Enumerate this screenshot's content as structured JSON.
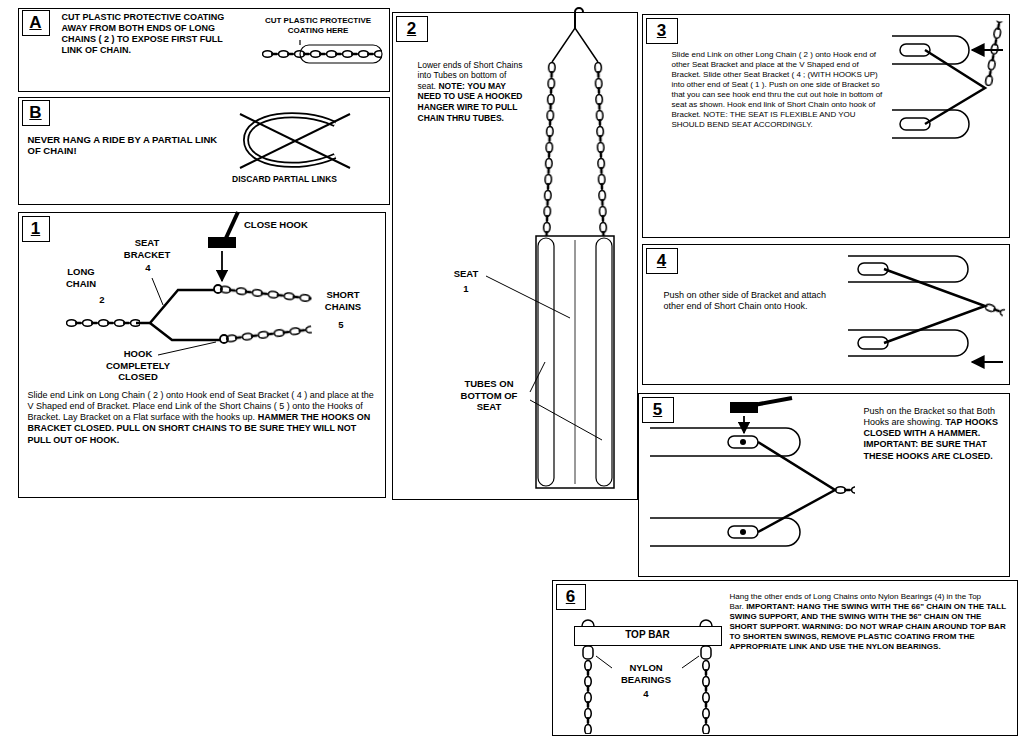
{
  "diagram": {
    "nodes": [
      {
        "text": [
          "CUT PLASTIC PROTECTIVE COATING AWAY FROM BOTH ENDS OF LONG CHAINS ( 2 ) TO EXPOSE FIRST FULL LINK OF CHAIN."
        ]
      },
      {
        "text": [
          "A"
        ],
        "in": 0
      },
      {
        "text": [
          "NEVER HANG A RIDE BY A PARTIAL LINK OF CHAIN!"
        ]
      },
      {
        "text": [
          "B"
        ],
        "in": 2
      },
      {
        "text": [
          "Slide end Link on Long Chain ( 2 ) onto Hook end of Seat Bracket ( 4 ) and place at the V Shaped end of Bracket. Place end Link of the Short Chains ( 5 ) onto the Hooks of Bracket. Lay Bracket on a Flat surface with the hooks up.",
          "HAMMER THE HOOKS ON BRACKET CLOSED. PULL ON SHORT CHAINS TO BE SURE THEY WILL NOT PULL OUT OF HOOK."
        ]
      },
      {
        "text": [
          "1"
        ],
        "in": 4
      },
      {
        "text": [
          "Lower ends of Short Chains into Tubes on bottom of seat.",
          "NOTE: YOU MAY NEED TO USE A HOOKED HANGER WIRE TO PULL CHAIN THRU TUBES."
        ]
      },
      {
        "text": [
          "2"
        ],
        "in": 6
      },
      {
        "text": [
          "Slide end Link on other Long Chain ( 2 ) onto Hook end of other Seat Bracket and place at the V Shaped end of Bracket. Slide other Seat Bracket ( 4 ; (WITH HOOKS UP) into other end of Seat ( 1 ). Push on one side of Bracket so that you can see hook end thru the cut out hole in bottom of seat as shown. Hook end link of Short Chain onto hook of Bracket.",
          "NOTE: THE SEAT IS FLEXIBLE AND YOU SHOULD BEND SEAT ACCORDINGLY."
        ]
      },
      {
        "text": [
          "3"
        ],
        "in": 8
      },
      {
        "text": [
          "Push on other side of Bracket and attach other end of Short Chain onto Hook."
        ]
      },
      {
        "text": [
          "4"
        ],
        "in": 10
      },
      {
        "text": [
          "Push on the Bracket so that Both Hooks are showing.",
          "TAP HOOKS CLOSED WITH A HAMMER. IMPORTANT: BE SURE THAT THESE HOOKS ARE CLOSED."
        ]
      },
      {
        "text": [
          "5"
        ],
        "in": 12
      },
      {
        "text": [
          "Hang the other ends of Long Chains onto Nylon Bearings (4) in the Top Bar.",
          "IMPORTANT: HANG THE SWING WITH THE 66\" CHAIN ON THE TALL SWING SUPPORT, AND THE SWING WITH THE 56\" CHAIN ON THE SHORT SUPPORT. WARNING: DO NOT WRAP CHAIN AROUND TOP BAR TO SHORTEN SWINGS, REMOVE PLASTIC COATING FROM THE APPROPRIATE LINK AND USE THE NYLON BEARINGS."
        ]
      },
      {
        "text": [
          "6"
        ],
        "in": 14
      },
      {
        "text": [
          "TOP BAR"
        ],
        "in": 14
      }
    ],
    "labels": [
      "CUT PLASTIC PROTECTIVE COATING HERE",
      "DISCARD PARTIAL LINKS",
      "CLOSE HOOK",
      "SEAT BRACKET",
      "4",
      "LONG CHAIN",
      "2",
      "SHORT CHAINS",
      "5",
      "HOOK COMPLETELY CLOSED",
      "SEAT",
      "1",
      "TUBES ON BOTTOM OF SEAT",
      "NYLON BEARINGS",
      "4"
    ]
  }
}
